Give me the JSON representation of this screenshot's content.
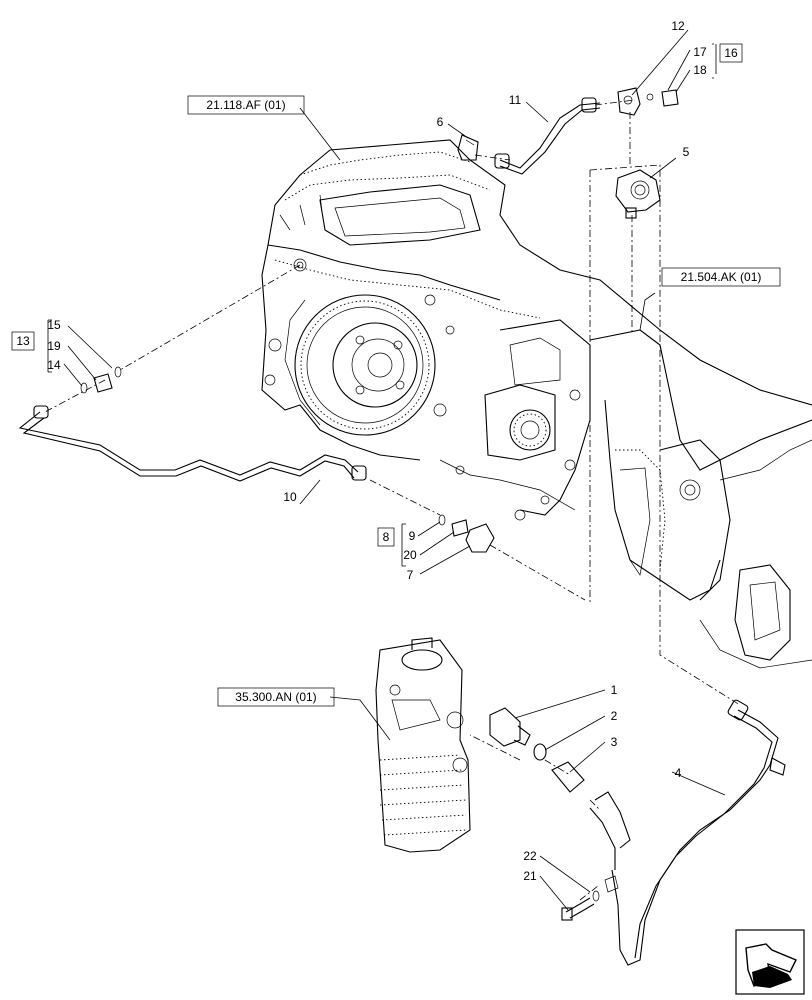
{
  "references": {
    "transmission": "21.118.AF (01)",
    "gearbox": "21.504.AK (01)",
    "filter": "35.300.AN (01)"
  },
  "kits": {
    "kit_13": "13",
    "kit_16": "16",
    "kit_8": "8"
  },
  "callouts": {
    "c1": "1",
    "c2": "2",
    "c3": "3",
    "c4": "4",
    "c5": "5",
    "c6": "6",
    "c7": "7",
    "c9": "9",
    "c10": "10",
    "c11": "11",
    "c12": "12",
    "c14": "14",
    "c15": "15",
    "c17": "17",
    "c18": "18",
    "c19": "19",
    "c20": "20",
    "c21": "21",
    "c22": "22"
  },
  "icons": {
    "nav": "arrow-icon"
  }
}
